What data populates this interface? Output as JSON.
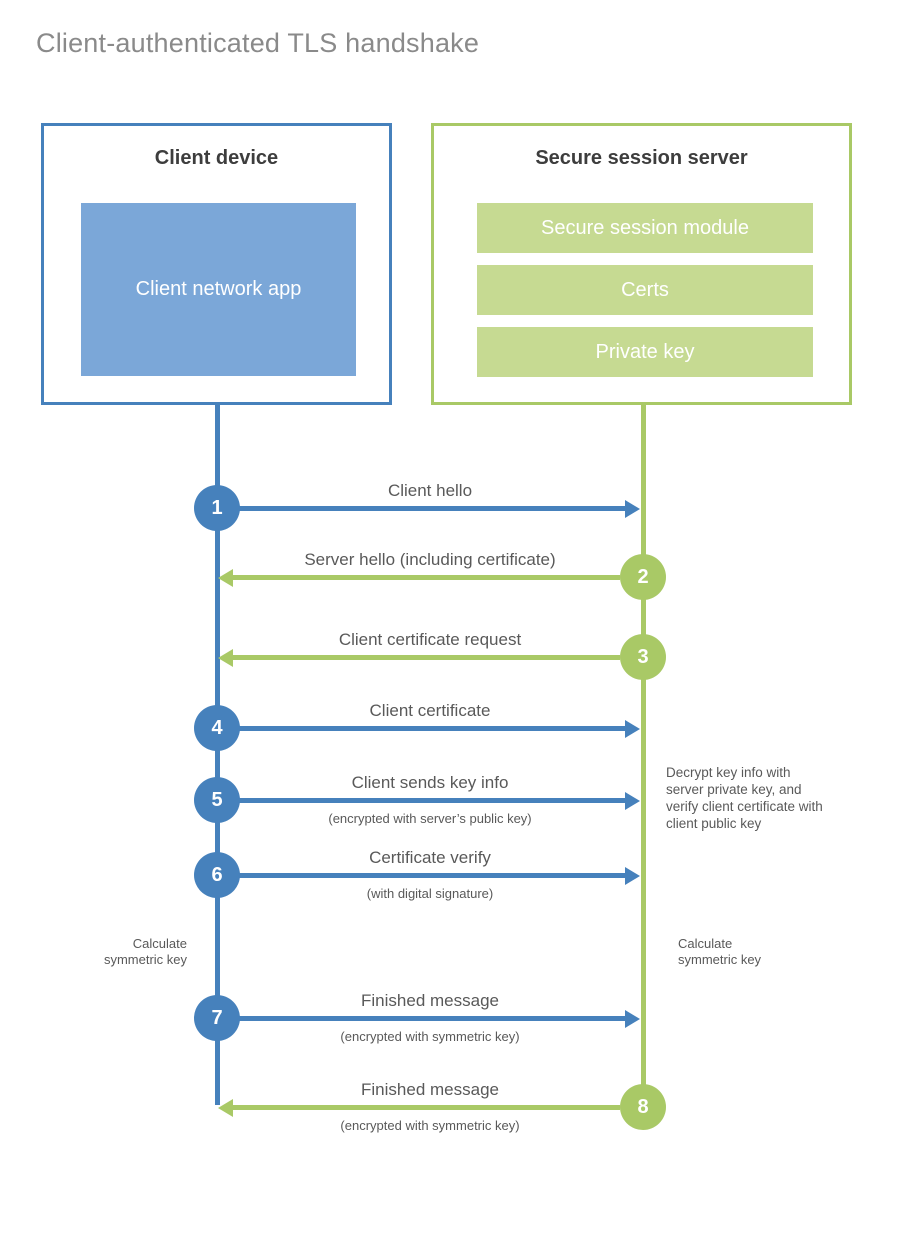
{
  "title": "Client-authenticated TLS handshake",
  "client_box": {
    "title": "Client device",
    "app_label": "Client network app"
  },
  "server_box": {
    "title": "Secure session server",
    "modules": [
      "Secure session module",
      "Certs",
      "Private key"
    ]
  },
  "steps": [
    {
      "num": "1",
      "label": "Client hello",
      "direction": "client-to-server"
    },
    {
      "num": "2",
      "label": "Server hello (including certificate)",
      "direction": "server-to-client"
    },
    {
      "num": "3",
      "label": "Client certificate request",
      "direction": "server-to-client"
    },
    {
      "num": "4",
      "label": "Client certificate",
      "direction": "client-to-server"
    },
    {
      "num": "5",
      "label": "Client sends key info",
      "sublabel": "(encrypted with server’s public key)",
      "direction": "client-to-server"
    },
    {
      "num": "6",
      "label": "Certificate verify",
      "sublabel": "(with digital signature)",
      "direction": "client-to-server"
    },
    {
      "num": "7",
      "label": "Finished message",
      "sublabel": "(encrypted with symmetric key)",
      "direction": "client-to-server"
    },
    {
      "num": "8",
      "label": "Finished message",
      "sublabel": "(encrypted with symmetric key)",
      "direction": "server-to-client"
    }
  ],
  "annotations": {
    "decrypt_note": "Decrypt key info with server private key, and verify client certificate with client public key",
    "calculate_left": "Calculate symmetric key",
    "calculate_right": "Calculate symmetric key"
  },
  "colors": {
    "client_blue": "#4681bc",
    "client_fill": "#7ba7d8",
    "server_green": "#a9c966",
    "server_fill": "#c6da92"
  }
}
